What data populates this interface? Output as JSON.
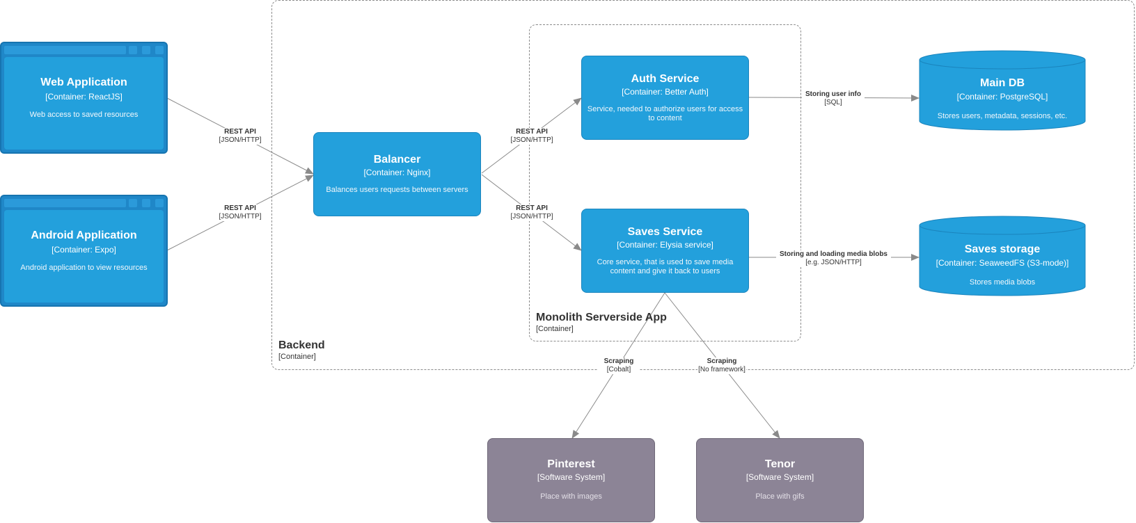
{
  "boundaries": {
    "backend": {
      "title": "Backend",
      "type": "[Container]"
    },
    "monolith": {
      "title": "Monolith Serverside App",
      "type": "[Container]"
    }
  },
  "nodes": {
    "web_app": {
      "title": "Web Application",
      "type": "[Container: ReactJS]",
      "desc": "Web access to saved resources"
    },
    "android_app": {
      "title": "Android Application",
      "type": "[Container: Expo]",
      "desc": "Android application to view resources"
    },
    "balancer": {
      "title": "Balancer",
      "type": "[Container: Nginx]",
      "desc": "Balances users requests between servers"
    },
    "auth": {
      "title": "Auth Service",
      "type": "[Container: Better Auth]",
      "desc": "Service, needed to authorize users for access to content"
    },
    "saves": {
      "title": "Saves Service",
      "type": "[Container: Elysia service]",
      "desc": "Core service, that is used to save media content and give it back to users"
    },
    "main_db": {
      "title": "Main DB",
      "type": "[Container: PostgreSQL]",
      "desc": "Stores users, metadata, sessions, etc."
    },
    "saves_storage": {
      "title": "Saves storage",
      "type": "[Container: SeaweedFS (S3-mode)]",
      "desc": "Stores media blobs"
    },
    "pinterest": {
      "title": "Pinterest",
      "type": "[Software System]",
      "desc": "Place with images"
    },
    "tenor": {
      "title": "Tenor",
      "type": "[Software System]",
      "desc": "Place with gifs"
    }
  },
  "edges": {
    "web_to_balancer": {
      "label": "REST API",
      "tech": "[JSON/HTTP]"
    },
    "android_to_balancer": {
      "label": "REST API",
      "tech": "[JSON/HTTP]"
    },
    "balancer_to_auth": {
      "label": "REST API",
      "tech": "[JSON/HTTP]"
    },
    "balancer_to_saves": {
      "label": "REST API",
      "tech": "[JSON/HTTP]"
    },
    "auth_to_db": {
      "label": "Storing user info",
      "tech": "[SQL]"
    },
    "saves_to_storage": {
      "label": "Storing and loading media blobs",
      "tech": "[e.g. JSON/HTTP]"
    },
    "saves_to_pinterest": {
      "label": "Scraping",
      "tech": "[Cobalt]"
    },
    "saves_to_tenor": {
      "label": "Scraping",
      "tech": "[No framework]"
    }
  },
  "colors": {
    "container": "#23a0dc",
    "external_system": "#8c8496",
    "edge": "#8a8a8a"
  }
}
